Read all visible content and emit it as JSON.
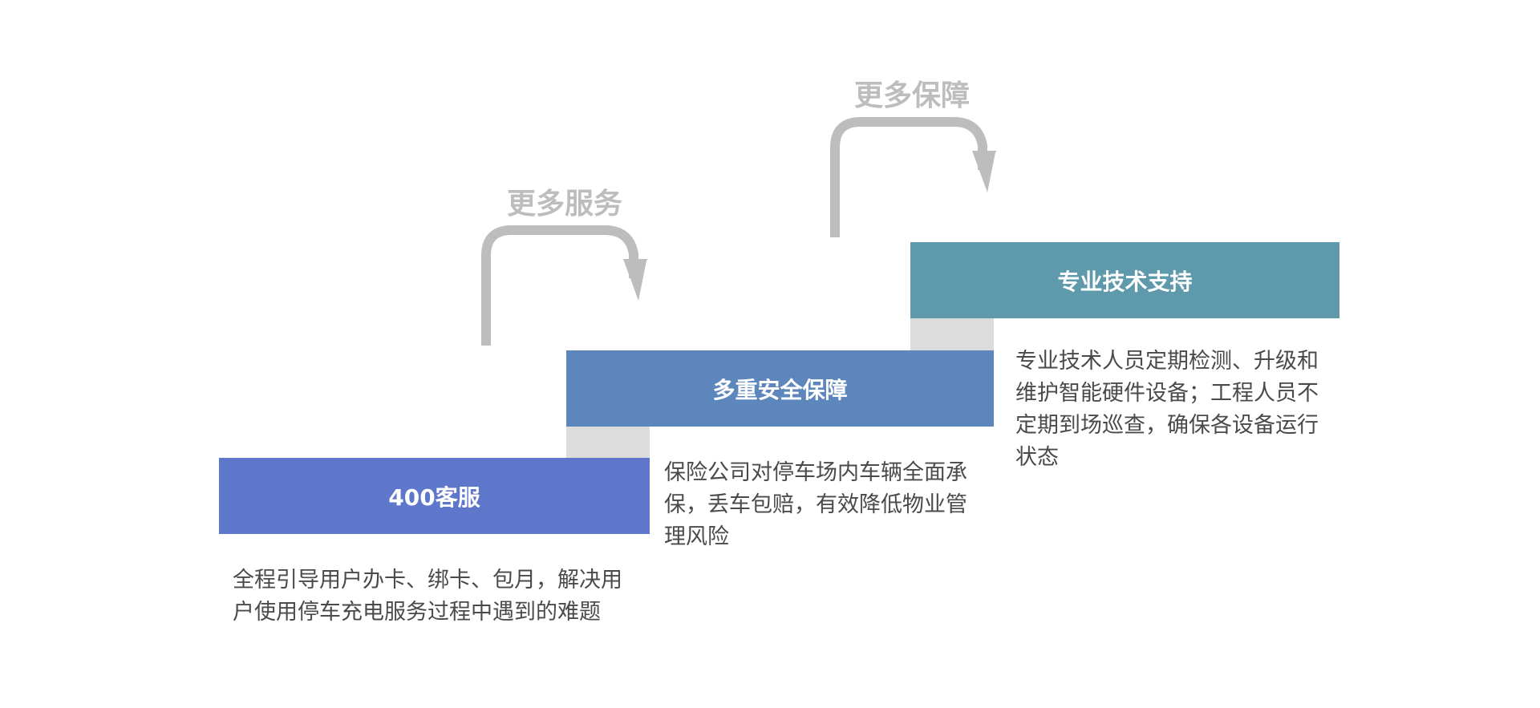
{
  "colors": {
    "step1": "#5e77cb",
    "step2": "#5d86bc",
    "step3": "#5e9aab",
    "connector": "#dcdcdc",
    "arrow": "#bdbdbd",
    "text": "#4a4a4a"
  },
  "steps": [
    {
      "title": "400客服",
      "description": "全程引导用户办卡、绑卡、包月，解决用户使用停车充电服务过程中遇到的难题"
    },
    {
      "title": "多重安全保障",
      "description": "保险公司对停车场内车辆全面承保，丢车包赔，有效降低物业管理风险"
    },
    {
      "title": "专业技术支持",
      "description": "专业技术人员定期检测、升级和维护智能硬件设备；工程人员不定期到场巡查，确保各设备运行状态"
    }
  ],
  "arrows": [
    {
      "label": "更多服务"
    },
    {
      "label": "更多保障"
    }
  ]
}
